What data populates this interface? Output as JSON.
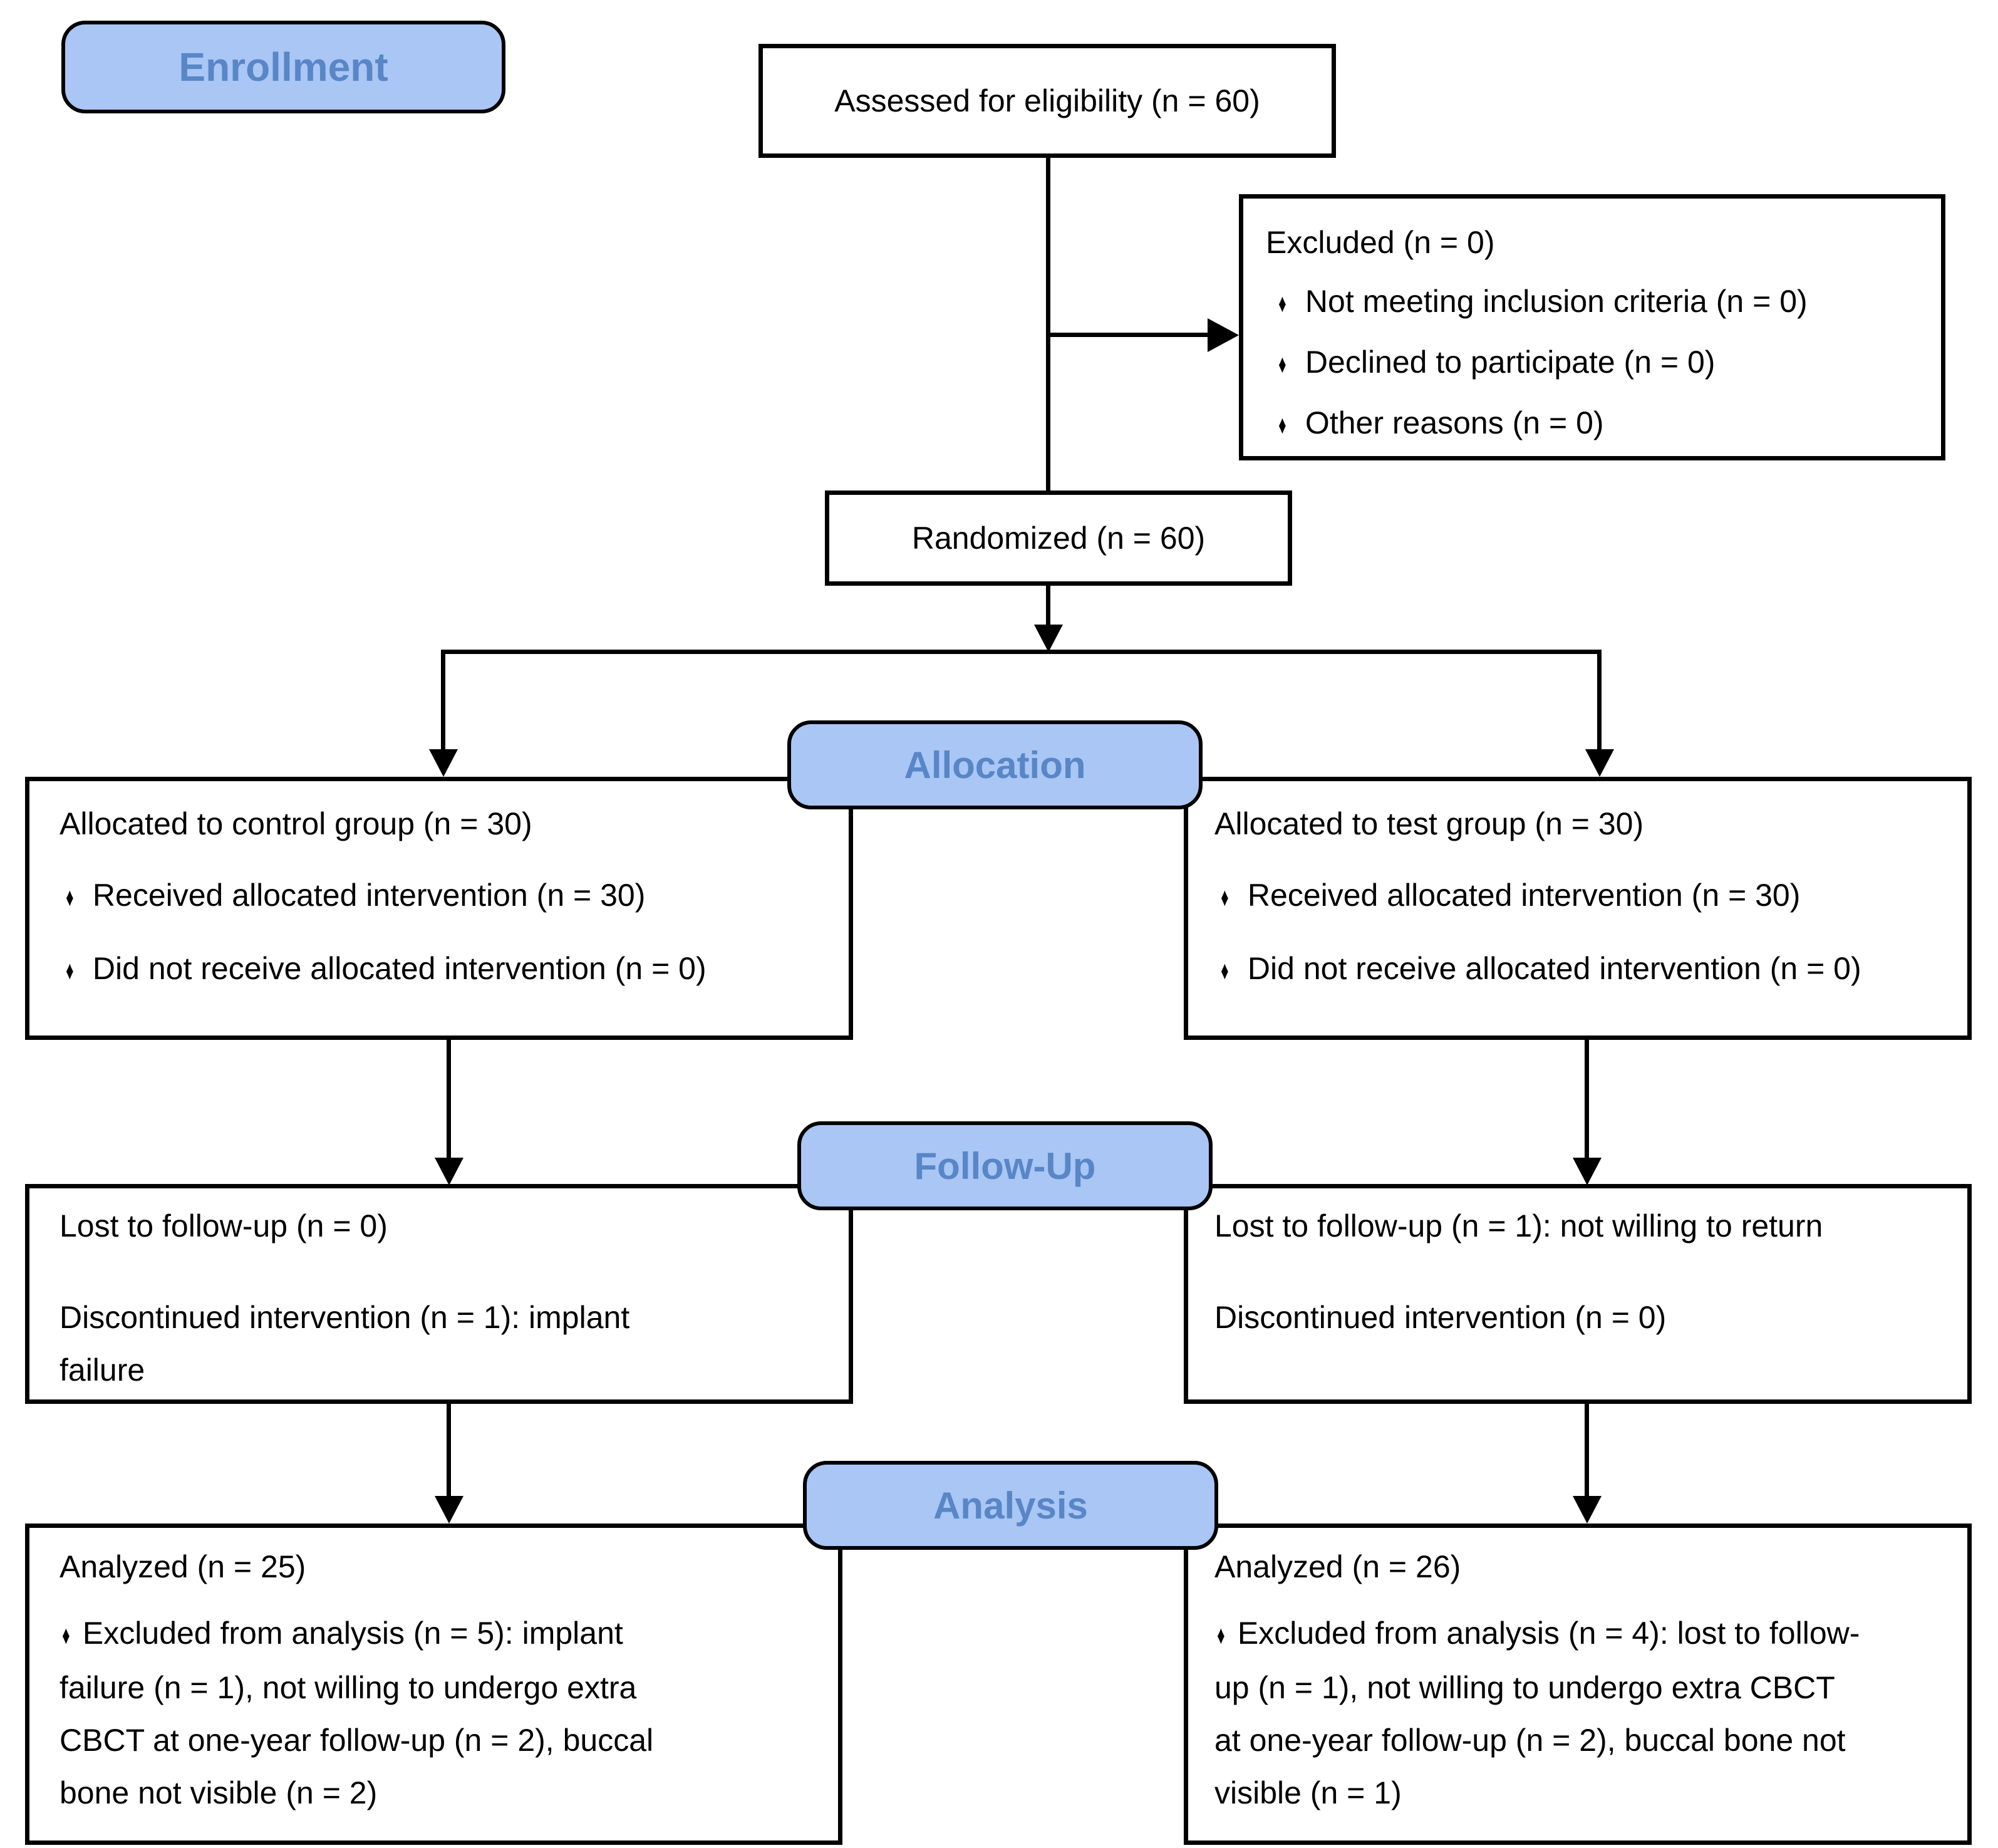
{
  "diagram": {
    "type": "consort-flow",
    "bullet_glyph": "♦",
    "colors": {
      "badge_fill": "#A9C6F4",
      "badge_text": "#5886C7",
      "box_fill": "#FFFFFF",
      "box_border": "#000000",
      "line": "#000000"
    },
    "stages": {
      "enrollment": "Enrollment",
      "allocation": "Allocation",
      "followup": "Follow-Up",
      "analysis": "Analysis"
    },
    "boxes": {
      "assessed": {
        "text": "Assessed for eligibility (n = 60)"
      },
      "excluded": {
        "title": "Excluded (n = 0)",
        "bullets": [
          "Not meeting inclusion criteria (n = 0)",
          "Declined to participate (n = 0)",
          "Other reasons (n = 0)"
        ]
      },
      "randomized": {
        "text": "Randomized (n = 60)"
      },
      "allocation_control": {
        "title": "Allocated to control group (n = 30)",
        "bullets": [
          "Received allocated intervention (n = 30)",
          "Did not receive allocated intervention (n = 0)"
        ]
      },
      "allocation_test": {
        "title": "Allocated to test group (n = 30)",
        "bullets": [
          "Received allocated intervention (n = 30)",
          "Did not receive allocated intervention (n = 0)"
        ]
      },
      "followup_control": {
        "lost": "Lost to follow-up (n = 0)",
        "discontinued": "Discontinued intervention (n = 1): implant\nfailure"
      },
      "followup_test": {
        "lost": "Lost to follow-up (n = 1): not willing to return",
        "discontinued": "Discontinued intervention (n = 0)"
      },
      "analysis_control": {
        "title": "Analyzed (n = 25)",
        "excluded": "Excluded from analysis (n = 5): implant\nfailure (n = 1), not willing to undergo extra\nCBCT at one-year follow-up (n = 2), buccal\nbone not visible (n = 2)"
      },
      "analysis_test": {
        "title": "Analyzed (n = 26)",
        "excluded": "Excluded from analysis (n = 4): lost to follow-\nup (n = 1), not willing to undergo extra CBCT\nat one-year follow-up (n = 2), buccal bone not\nvisible (n = 1)"
      }
    }
  }
}
